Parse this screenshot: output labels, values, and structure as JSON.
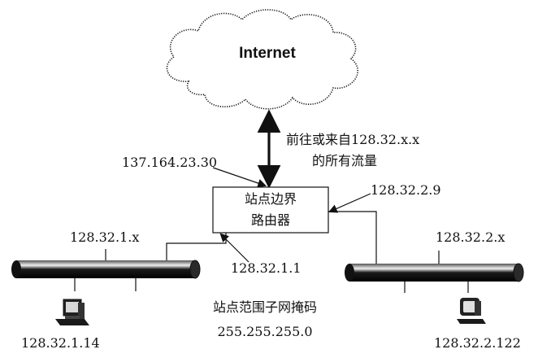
{
  "cloud": {
    "label": "Internet"
  },
  "traffic_note": {
    "line1": "前往或来自128.32.x.x",
    "line2": "的所有流量"
  },
  "router": {
    "line1": "站点边界",
    "line2": "路由器",
    "external_ip": "137.164.23.30",
    "interface_right_ip": "128.32.2.9",
    "interface_left_ip": "128.32.1.1"
  },
  "segments": {
    "left": {
      "network": "128.32.1.x",
      "host_ip": "128.32.1.14"
    },
    "right": {
      "network": "128.32.2.x",
      "host_ip": "128.32.2.122"
    }
  },
  "mask": {
    "title": "站点范围子网掩码",
    "value": "255.255.255.0"
  },
  "colors": {
    "ink": "#111111",
    "background": "#ffffff",
    "highlight": "#f0f0f0"
  },
  "icons": {
    "cloud": "cloud-icon",
    "host": "desktop-computer-icon"
  }
}
